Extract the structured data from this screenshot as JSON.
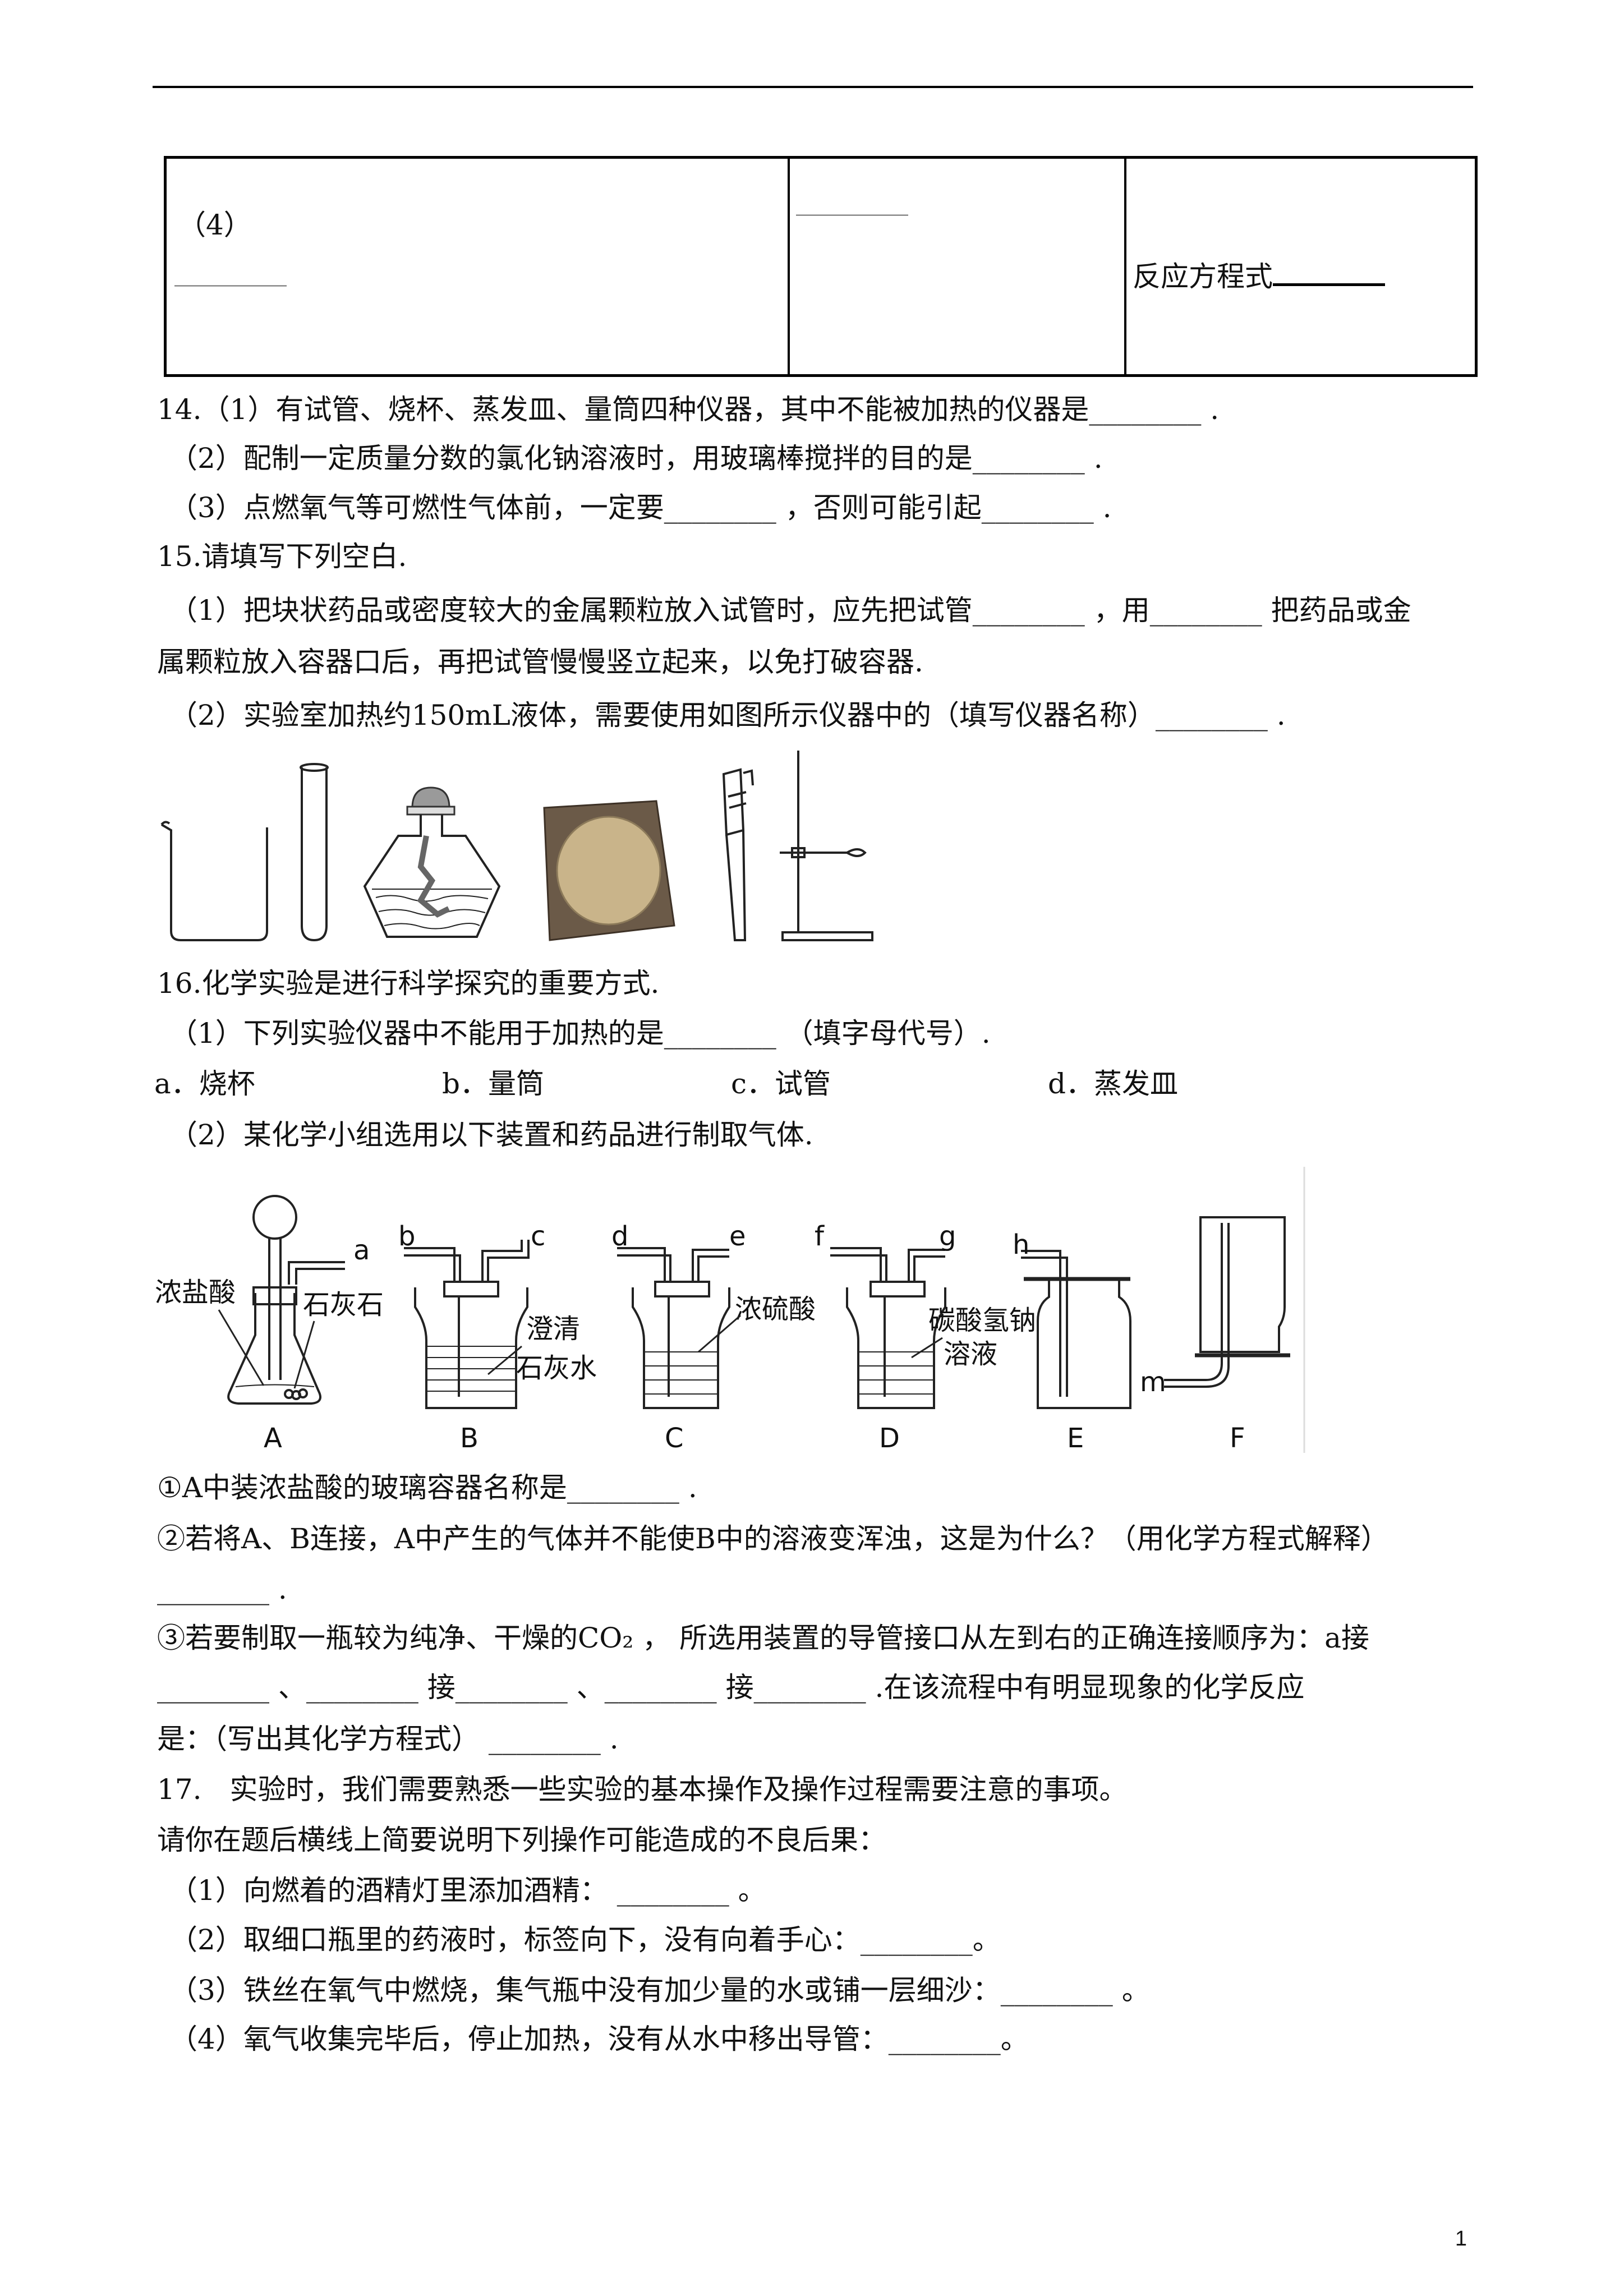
{
  "table_row": {
    "cell1_label": "（4）",
    "cell1_blank": "________",
    "cell2_blank": "________",
    "cell3_text": "反应方程式"
  },
  "q14": {
    "l1": "14.（1）有试管、烧杯、蒸发皿、量筒四种仪器，其中不能被加热的仪器是________  .",
    "l2": "（2）配制一定质量分数的氯化钠溶液时，用玻璃棒搅拌的目的是________  .",
    "l3": "（3）点燃氧气等可燃性气体前，一定要________  ，否则可能引起________  ."
  },
  "q15": {
    "l1": "15.请填写下列空白.",
    "l2": "（1）把块状药品或密度较大的金属颗粒放入试管时，应先把试管________  ，用________  把药品或金",
    "l3": "属颗粒放入容器口后，再把试管慢慢竖立起来，以免打破容器.",
    "l4": "（2）实验室加热约150mL液体，需要使用如图所示仪器中的（填写仪器名称）________ ."
  },
  "q16": {
    "l1": "16.化学实验是进行科学探究的重要方式.",
    "l2": "（1）下列实验仪器中不能用于加热的是________  （填字母代号）.",
    "opt_a": "a．烧杯",
    "opt_b": "b．量筒",
    "opt_c": "c．试管",
    "opt_d": "d．蒸发皿",
    "l3": "（2）某化学小组选用以下装置和药品进行制取气体.",
    "s1": "①A中装浓盐酸的玻璃容器名称是________  .",
    "s2a": "②若将A、B连接，A中产生的气体并不能使B中的溶液变浑浊，这是为什么？（用化学方程式解释）",
    "s2b": "________  .",
    "s3a": "③若要制取一瓶较为纯净、干燥的CO₂  ，  所选用装置的导管接口从左到右的正确连接顺序为：a接",
    "s3b": "________  、________  接________  、________  接________  .在该流程中有明显现象的化学反应",
    "s3c": "是：（写出其化学方程式）  ________  ."
  },
  "apparatus": {
    "A": "A",
    "B": "B",
    "C": "C",
    "D": "D",
    "E": "E",
    "F": "F",
    "a": "a",
    "b": "b",
    "c": "c",
    "d": "d",
    "e": "e",
    "f": "f",
    "g": "g",
    "h": "h",
    "m": "m",
    "acid": "浓盐酸",
    "limestone": "石灰石",
    "limewater1": "澄清",
    "limewater2": "石灰水",
    "sulfuric": "浓硫酸",
    "bicarb1": "碳酸氢钠",
    "bicarb2": "溶液"
  },
  "q17": {
    "l1": "17.　实验时，我们需要熟悉一些实验的基本操作及操作过程需要注意的事项。",
    "l2": "请你在题后横线上简要说明下列操作可能造成的不良后果：",
    "l3": "（1）向燃着的酒精灯里添加酒精：  ________  。",
    "l4": "（2）取细口瓶里的药液时，标签向下，没有向着手心：________。",
    "l5": "（3）铁丝在氧气中燃烧，集气瓶中没有加少量的水或铺一层细沙：________  。",
    "l6": "（4）氧气收集完毕后，停止加热，没有从水中移出导管：________。"
  },
  "page_number": "1"
}
